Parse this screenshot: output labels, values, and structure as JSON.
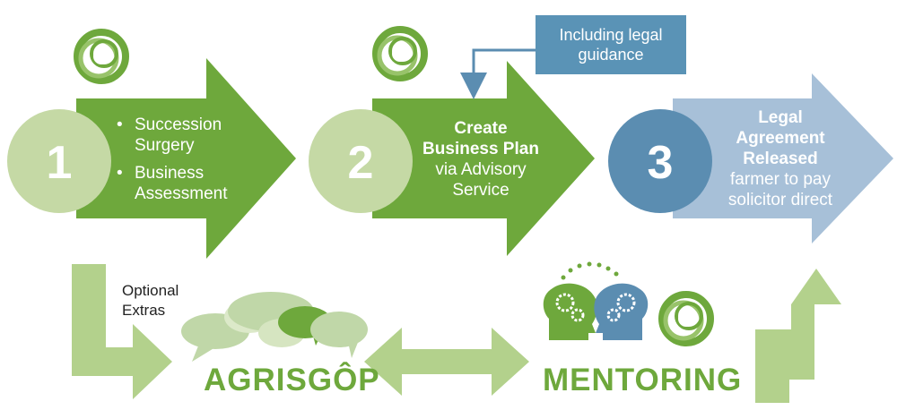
{
  "colors": {
    "green_dark": "#6ea83c",
    "green_pale": "#c5d9a5",
    "green_light": "#b3d18c",
    "blue": "#5b8db1",
    "blue_light": "#a7c0d8",
    "bubble": "#c0d7a8"
  },
  "steps": [
    {
      "number": "1",
      "bullets": [
        "Succession Surgery",
        "Business Assessment"
      ]
    },
    {
      "number": "2",
      "title": "Create Business Plan",
      "subtitle": "via Advisory Service"
    },
    {
      "number": "3",
      "title": "Legal Agreement Released",
      "subtitle": "farmer to pay solicitor direct"
    }
  ],
  "callout": "Including legal guidance",
  "optional_label": "Optional Extras",
  "brands": {
    "left": "AGRISGÔP",
    "right": "MENTORING"
  },
  "icons": {
    "logo": "green-ring-logo-icon",
    "chat": "speech-bubbles-icon",
    "heads": "heads-with-gears-icon"
  }
}
